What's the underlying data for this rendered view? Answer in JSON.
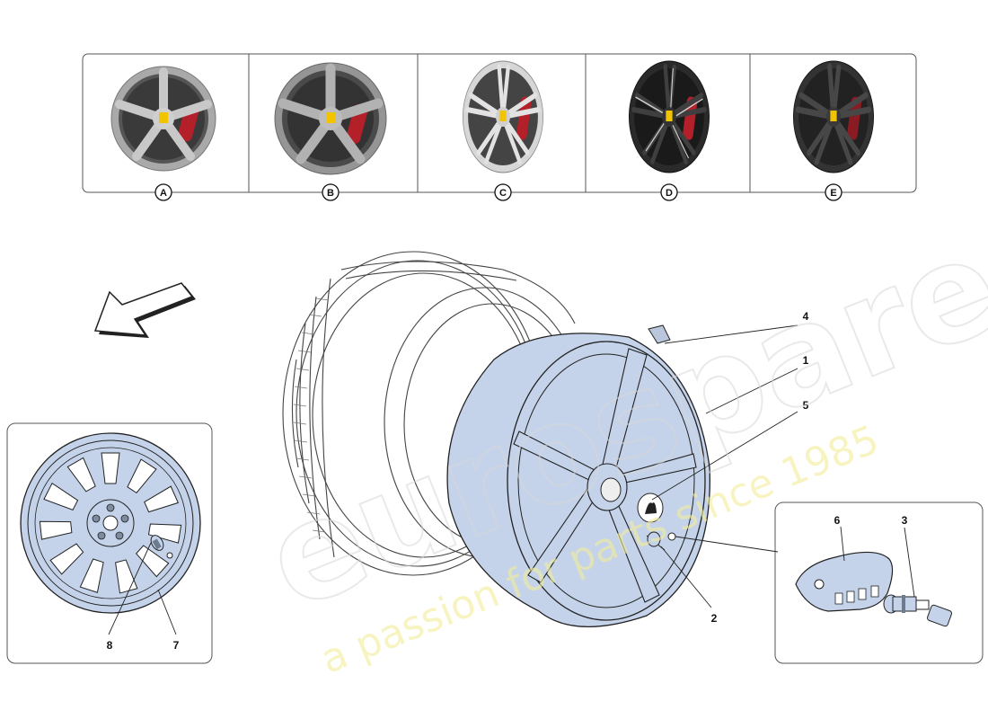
{
  "variants": [
    {
      "letter": "A",
      "rim": "#b8b8b8",
      "spoke_style": "5-spoke"
    },
    {
      "letter": "B",
      "rim": "#a4a4a4",
      "spoke_style": "5-spoke"
    },
    {
      "letter": "C",
      "rim": "#d8d8d8",
      "spoke_style": "split-spoke"
    },
    {
      "letter": "D",
      "rim": "#2c2c2c",
      "spoke_style": "split-spoke"
    },
    {
      "letter": "E",
      "rim": "#3a3a3a",
      "spoke_style": "split-spoke"
    }
  ],
  "callouts": {
    "wheel_rim": "1",
    "center_cap": "2",
    "valve": "3",
    "balance_weight": "4",
    "emblem_badge": "5",
    "tpms_sensor": "6",
    "spare_wheel": "7",
    "spare_valve": "8"
  },
  "watermark": {
    "brand": "eurospares",
    "tagline": "a passion for parts since 1985"
  },
  "colors": {
    "part_fill": "#c4d3ea",
    "line": "#222222",
    "caliper": "#b3202a",
    "badge": "#f2c400"
  }
}
